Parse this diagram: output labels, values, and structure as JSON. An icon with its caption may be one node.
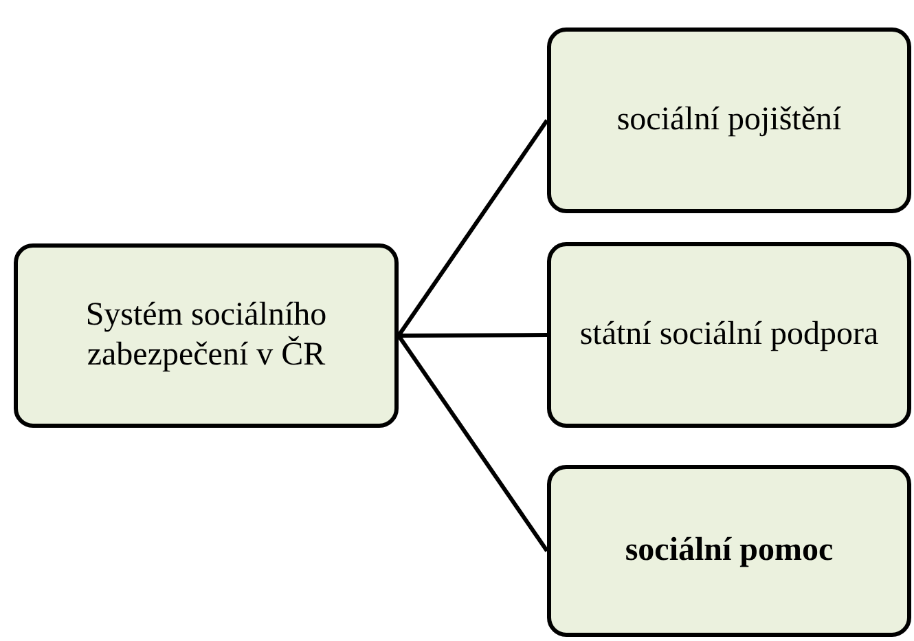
{
  "diagram": {
    "nodes": [
      {
        "text": [
          "Systém sociálního zabezpečení v ČR"
        ]
      },
      {
        "text": [
          "sociální pojištění"
        ]
      },
      {
        "text": [
          "státní sociální podpora"
        ]
      },
      {
        "text": [
          "sociální pomoc"
        ]
      }
    ],
    "edges": [
      {
        "from": 0,
        "to": 1,
        "arrow": "none"
      },
      {
        "from": 0,
        "to": 2,
        "arrow": "none"
      },
      {
        "from": 0,
        "to": 3,
        "arrow": "none"
      }
    ]
  }
}
